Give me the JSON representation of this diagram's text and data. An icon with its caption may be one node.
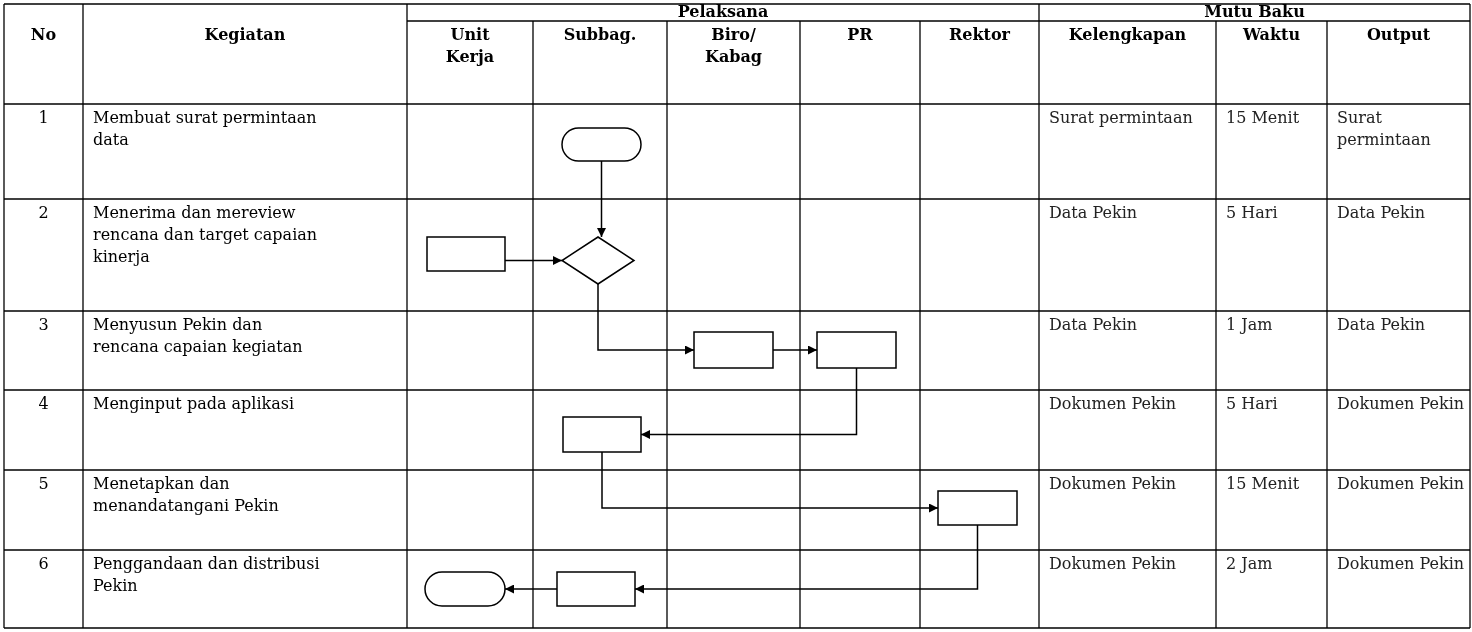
{
  "diagram": {
    "nodes": [
      {
        "text": [],
        "shape": "terminator"
      },
      {
        "text": [],
        "shape": "box"
      },
      {
        "text": [],
        "shape": "diamond"
      },
      {
        "text": [],
        "shape": "box"
      },
      {
        "text": [],
        "shape": "box"
      },
      {
        "text": [],
        "shape": "box"
      },
      {
        "text": [],
        "shape": "box"
      },
      {
        "text": [],
        "shape": "terminator"
      },
      {
        "text": [],
        "shape": "box"
      }
    ],
    "edges": [
      {
        "from": 0,
        "to": 2,
        "arrow": "to"
      },
      {
        "from": 1,
        "to": 2,
        "arrow": "to"
      },
      {
        "from": 2,
        "to": 3,
        "arrow": "to"
      },
      {
        "from": 3,
        "to": 4,
        "arrow": "to"
      },
      {
        "from": 4,
        "to": 5,
        "arrow": "to"
      },
      {
        "from": 5,
        "to": 6,
        "arrow": "to"
      },
      {
        "from": 6,
        "to": 8,
        "arrow": "to"
      },
      {
        "from": 8,
        "to": 7,
        "arrow": "to"
      }
    ],
    "labels": [
      "No",
      "Kegiatan",
      "Pelaksana",
      "Mutu Baku",
      "Unit Kerja",
      "Subbag.",
      "Biro/ Kabag",
      "PR",
      "Rektor",
      "Kelengkapan",
      "Waktu",
      "Output",
      "1",
      "Membuat surat permintaan data",
      "Surat permintaan",
      "15 Menit",
      "Surat permintaan",
      "2",
      "Menerima dan mereview rencana dan target capaian kinerja",
      "Data Pekin",
      "5 Hari",
      "Data Pekin",
      "3",
      "Menyusun Pekin dan rencana capaian kegiatan",
      "Data Pekin",
      "1 Jam",
      "Data Pekin",
      "4",
      "Menginput pada aplikasi",
      "Dokumen Pekin",
      "5 Hari",
      "Dokumen Pekin",
      "5",
      "Menetapkan dan menandatangani Pekin",
      "Dokumen Pekin",
      "15 Menit",
      "Dokumen Pekin",
      "6",
      "Penggandaan dan distribusi Pekin",
      "Dokumen Pekin",
      "2 Jam",
      "Dokumen Pekin"
    ]
  }
}
